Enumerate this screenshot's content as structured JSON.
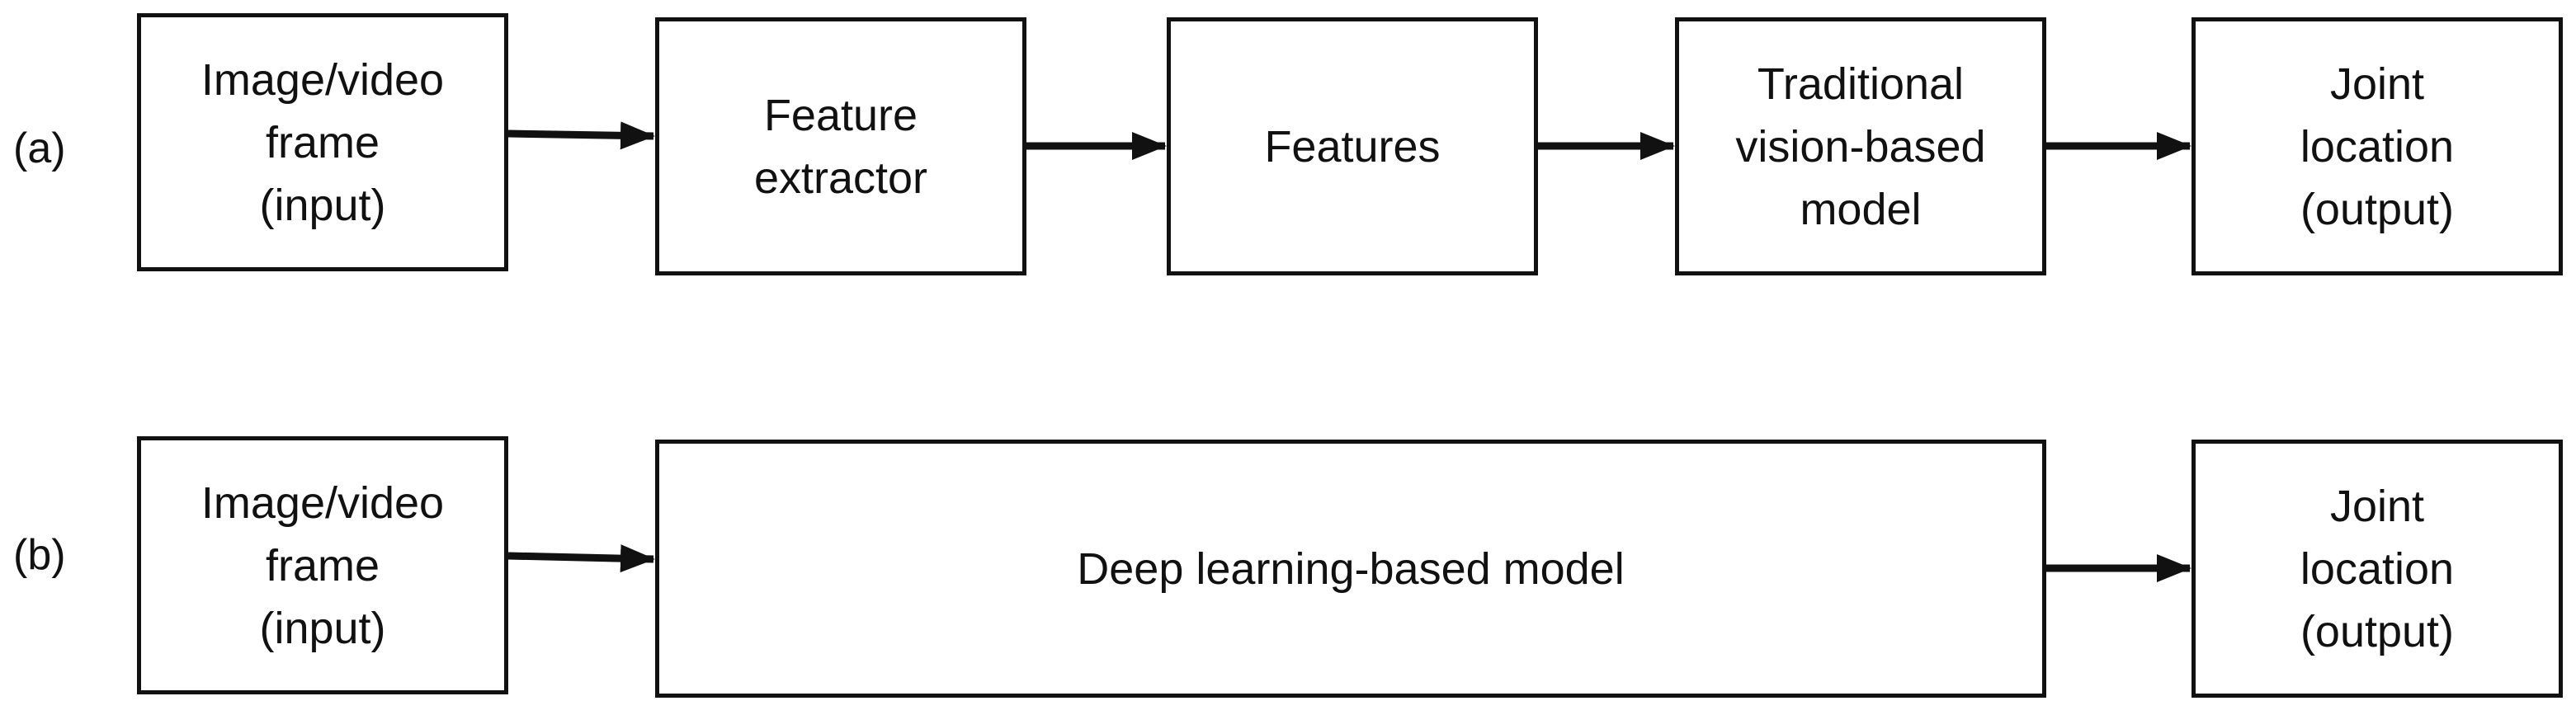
{
  "row_a": {
    "label": "(a)",
    "input": "Image/video\nframe\n(input)",
    "feature_extractor": "Feature\nextractor",
    "features": "Features",
    "traditional_model": "Traditional\nvision-based\nmodel",
    "output": "Joint\nlocation\n(output)"
  },
  "row_b": {
    "label": "(b)",
    "input": "Image/video\nframe\n(input)",
    "deep_model": "Deep learning-based model",
    "output": "Joint\nlocation\n(output)"
  }
}
